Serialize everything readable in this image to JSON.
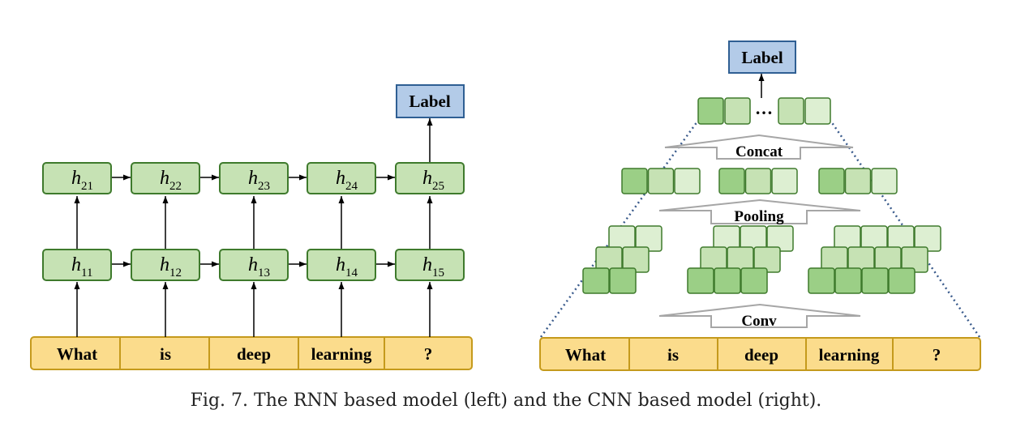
{
  "rnn": {
    "label": "Label",
    "hidden_upper": [
      {
        "base": "h",
        "sub": "21"
      },
      {
        "base": "h",
        "sub": "22"
      },
      {
        "base": "h",
        "sub": "23"
      },
      {
        "base": "h",
        "sub": "24"
      },
      {
        "base": "h",
        "sub": "25"
      }
    ],
    "hidden_lower": [
      {
        "base": "h",
        "sub": "11"
      },
      {
        "base": "h",
        "sub": "12"
      },
      {
        "base": "h",
        "sub": "13"
      },
      {
        "base": "h",
        "sub": "14"
      },
      {
        "base": "h",
        "sub": "15"
      }
    ],
    "words": [
      "What",
      "is",
      "deep",
      "learning",
      "?"
    ]
  },
  "cnn": {
    "label": "Label",
    "ellipsis": "…",
    "concat_label": "Concat",
    "pooling_label": "Pooling",
    "conv_label": "Conv",
    "words": [
      "What",
      "is",
      "deep",
      "learning",
      "?"
    ]
  },
  "caption": "Fig. 7.  The RNN based model (left) and the CNN based model (right).",
  "colors": {
    "word_fill": "#fbdc8c",
    "word_stroke": "#c59a1c",
    "cell_fill": "#c6e2b4",
    "cell_stroke": "#3e7a2c",
    "cell_dark": "#9bcf86",
    "cell_light": "#ddefd2",
    "label_fill": "#b3cbe8",
    "label_stroke": "#2f5f93",
    "dotted": "#3a5b8c",
    "arrow_outline": "#a6a6a6"
  }
}
